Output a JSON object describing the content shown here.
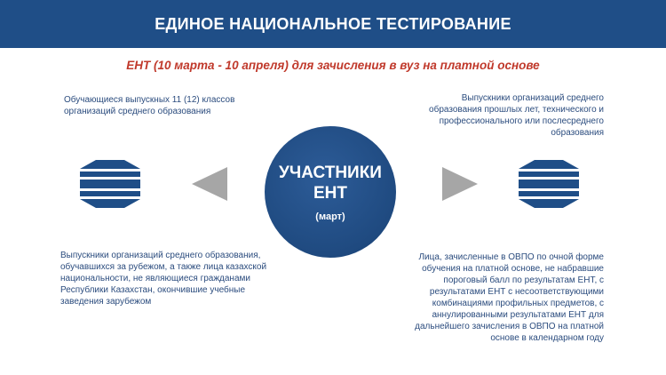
{
  "header": {
    "title": "ЕДИНОЕ НАЦИОНАЛЬНОЕ ТЕСТИРОВАНИЕ"
  },
  "subtitle": "ЕНТ (10 марта - 10 апреля) для зачисления в вуз на платной основе",
  "center": {
    "title": "УЧАСТНИКИ ЕНТ",
    "subtitle": "(март)"
  },
  "participants": {
    "top_left": "Обучающиеся выпускных 11 (12) классов организаций среднего образования",
    "top_right": "Выпускники организаций среднего образования прошлых лет, технического и профессионального или послесреднего образования",
    "bottom_left": "Выпускники организаций среднего образования, обучавшихся за рубежом, а также лица казахской национальности, не являющиеся гражданами Республики Казахстан, окончившие учебные заведения зарубежом",
    "bottom_right": "Лица, зачисленные в ОВПО по очной форме обучения на платной основе, не набравшие пороговый балл по результатам ЕНТ, с результатами ЕНТ с несоответствующими комбинациями профильных предметов, с аннулированными результатами ЕНТ для дальнейшего зачисления в ОВПО на платной основе в календарном году"
  },
  "colors": {
    "primary": "#1f4e87",
    "accent_red": "#c0392b",
    "text_blue": "#2b4c7e",
    "arrow_gray": "#a6a6a6"
  },
  "icons": {
    "left": "hexagon-bars-icon",
    "right": "hexagon-bars-icon",
    "arrow_left": "triangle-left-icon",
    "arrow_right": "triangle-right-icon"
  }
}
